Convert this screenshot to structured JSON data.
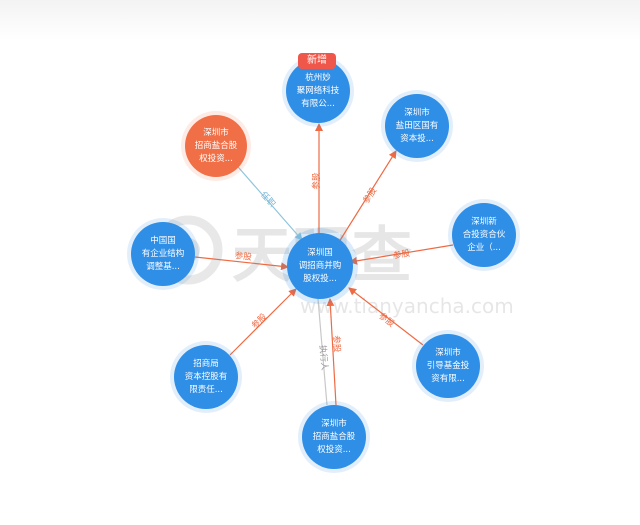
{
  "watermark": {
    "brand": "天眼查",
    "url": "www.tianyancha.com"
  },
  "colors": {
    "invest": "#ee6a43",
    "person": "#8fc4dd",
    "node_blue": "#2f8ee6",
    "node_orange": "#f06f47"
  },
  "badge": "新增",
  "center": {
    "label": "深圳国\n调招商并购\n股权投..."
  },
  "nodes": [
    {
      "id": "hangzhou",
      "label": "杭州妙\n聚网络科技\n有限公...",
      "edge": "参股",
      "type": "blue"
    },
    {
      "id": "yantian",
      "label": "深圳市\n盐田区国有\n资本投...",
      "edge": "参股",
      "type": "blue"
    },
    {
      "id": "xinhehe",
      "label": "深圳新\n合投资合伙\n企业（...",
      "edge": "参股",
      "type": "blue"
    },
    {
      "id": "yindao",
      "label": "深圳市\n引导基金投\n资有限...",
      "edge": "参股",
      "type": "blue"
    },
    {
      "id": "zhaoshang_bottom",
      "label": "深圳市\n招商盐合股\n权投资...",
      "edge": "参股",
      "edge2": "执行人",
      "type": "blue"
    },
    {
      "id": "zhaoshangju",
      "label": "招商局\n资本控股有\n限责任...",
      "edge": "参股",
      "type": "blue"
    },
    {
      "id": "guoqi",
      "label": "中国国\n有企业结构\n调整基...",
      "edge": "参股",
      "type": "blue"
    },
    {
      "id": "zhaoshang_top",
      "label": "深圳市\n招商盐合股\n权投资...",
      "edge": "任职",
      "type": "orange"
    }
  ]
}
